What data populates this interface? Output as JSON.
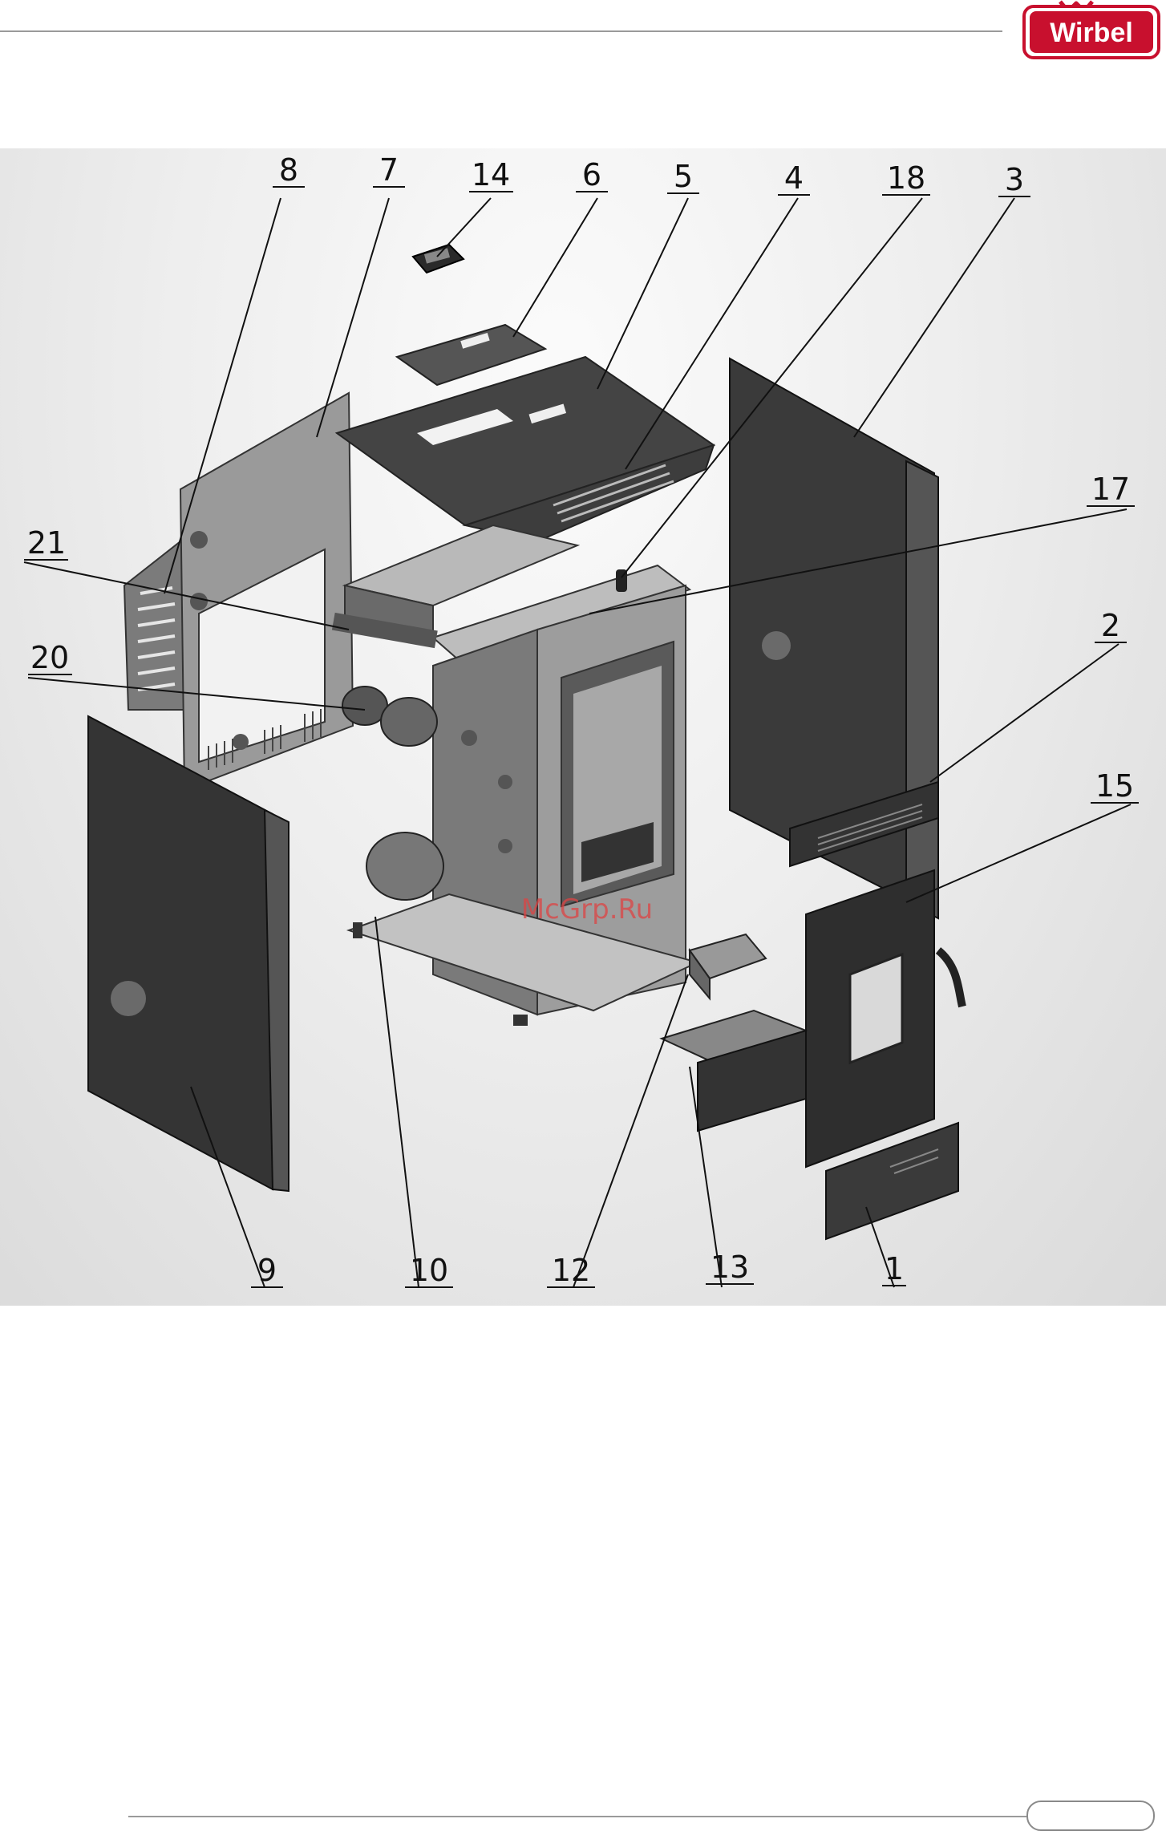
{
  "brand": {
    "name": "Wirbel",
    "color": "#c8102e"
  },
  "figure": {
    "watermark": "McGrp.Ru",
    "callouts": [
      {
        "id": "c8",
        "label": "8"
      },
      {
        "id": "c7",
        "label": "7"
      },
      {
        "id": "c14",
        "label": "14"
      },
      {
        "id": "c6",
        "label": "6"
      },
      {
        "id": "c5",
        "label": "5"
      },
      {
        "id": "c4",
        "label": "4"
      },
      {
        "id": "c18",
        "label": "18"
      },
      {
        "id": "c3",
        "label": "3"
      },
      {
        "id": "c17",
        "label": "17"
      },
      {
        "id": "c21",
        "label": "21"
      },
      {
        "id": "c20",
        "label": "20"
      },
      {
        "id": "c2",
        "label": "2"
      },
      {
        "id": "c15",
        "label": "15"
      },
      {
        "id": "c9",
        "label": "9"
      },
      {
        "id": "c10",
        "label": "10"
      },
      {
        "id": "c12",
        "label": "12"
      },
      {
        "id": "c13",
        "label": "13"
      },
      {
        "id": "c1",
        "label": "1"
      }
    ]
  },
  "footer": {
    "page_number": ""
  }
}
